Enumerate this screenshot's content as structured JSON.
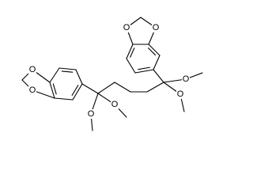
{
  "molecule": {
    "atoms": [
      {
        "id": "O1",
        "element": "O",
        "label": "O"
      },
      {
        "id": "O2",
        "element": "O",
        "label": "O"
      },
      {
        "id": "O3",
        "element": "O",
        "label": "O"
      },
      {
        "id": "O4",
        "element": "O",
        "label": "O"
      },
      {
        "id": "O5",
        "element": "O",
        "label": "O"
      },
      {
        "id": "O6",
        "element": "O",
        "label": "O"
      },
      {
        "id": "O7",
        "element": "O",
        "label": "O"
      },
      {
        "id": "O8",
        "element": "O",
        "label": "O"
      }
    ],
    "colors": {
      "bond": "#000000",
      "label": "#000000",
      "background": "#ffffff"
    }
  }
}
